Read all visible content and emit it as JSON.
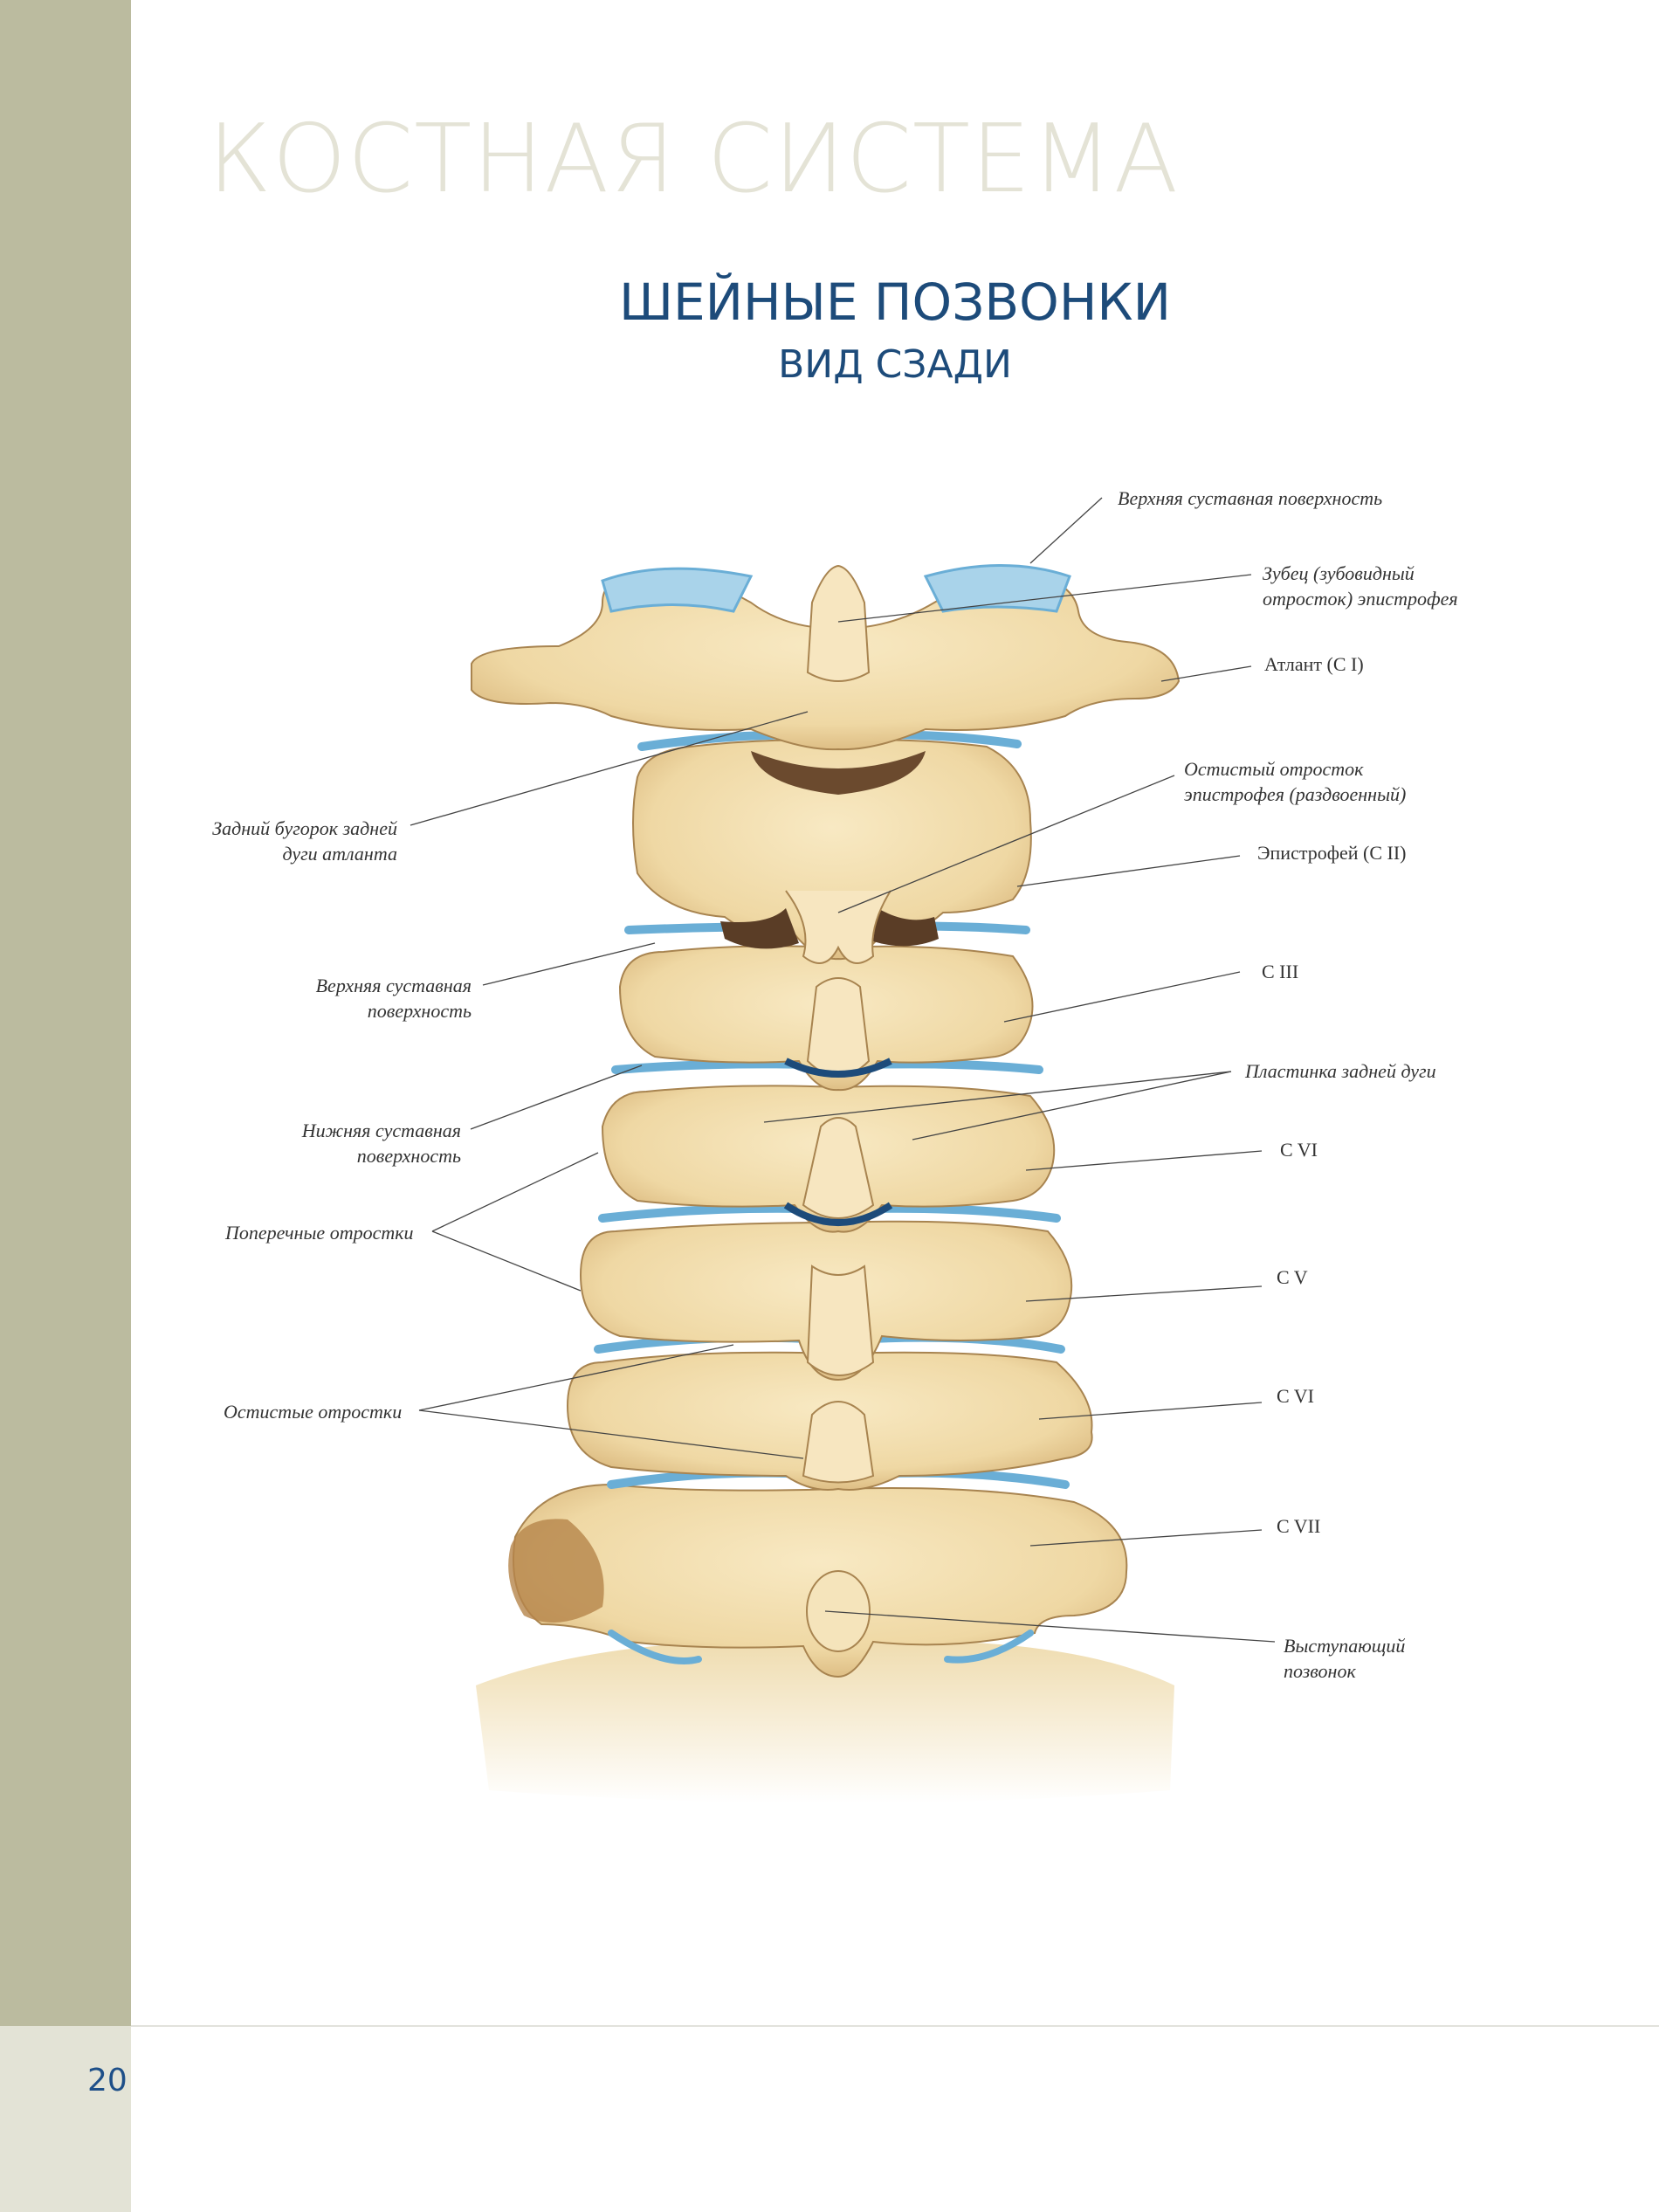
{
  "page": {
    "section_title": "КОСТНАЯ СИСТЕМА",
    "figure_title": "ШЕЙНЫЕ ПОЗВОНКИ",
    "figure_subtitle": "ВИД СЗАДИ",
    "page_number": "20"
  },
  "colors": {
    "sidebar": "#bbbb9f",
    "sidebar_footer": "#e3e3d6",
    "title_blue": "#1d4b7a",
    "section_title_gray": "#e4e3d6",
    "bone": "#f1dcaa",
    "bone_shade": "#d9b97c",
    "cartilage": "#8fc3e0",
    "foramen": "#5a3d26"
  },
  "labels": {
    "left": {
      "posterior_tubercle": [
        "Задний бугорок задней",
        "дуги атланта"
      ],
      "superior_articular_surface": [
        "Верхняя суставная",
        "поверхность"
      ],
      "inferior_articular_surface": [
        "Нижняя суставная",
        "поверхность"
      ],
      "transverse_processes": "Поперечные отростки",
      "spinous_processes": "Остистые отростки"
    },
    "right": {
      "superior_articular_surface_top": "Верхняя суставная поверхность",
      "dens": [
        "Зубец (зубовидный",
        "отросток) эпистрофея"
      ],
      "atlas": "Атлант (C I)",
      "axis_spinous": [
        "Остистый отросток",
        "эпистрофея (раздвоенный)"
      ],
      "axis": "Эпистрофей (C II)",
      "c3": "C III",
      "lamina": "Пластинка задней дуги",
      "c4": "C VI",
      "c5": "C V",
      "c6": "C VI",
      "c7": "C VII",
      "vertebra_prominens": [
        "Выступающий",
        "позвонок"
      ]
    }
  }
}
